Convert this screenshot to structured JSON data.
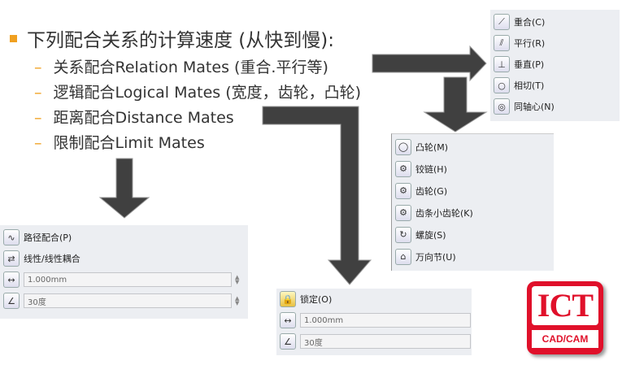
{
  "slide": {
    "title": "下列配合关系的计算速度 (从快到慢):",
    "bullets": [
      "关系配合Relation Mates (重合.平行等)",
      "逻辑配合Logical Mates (宽度，齿轮，凸轮)",
      "距离配合Distance Mates",
      "限制配合Limit Mates"
    ]
  },
  "relation_panel": {
    "items": [
      {
        "label": "重合(C)",
        "icon": "coincident-icon"
      },
      {
        "label": "平行(R)",
        "icon": "parallel-icon"
      },
      {
        "label": "垂直(P)",
        "icon": "perpendicular-icon"
      },
      {
        "label": "相切(T)",
        "icon": "tangent-icon"
      },
      {
        "label": "同轴心(N)",
        "icon": "concentric-icon"
      }
    ]
  },
  "logical_panel": {
    "items": [
      {
        "label": "凸轮(M)",
        "icon": "cam-icon"
      },
      {
        "label": "铰链(H)",
        "icon": "hinge-icon"
      },
      {
        "label": "齿轮(G)",
        "icon": "gear-icon"
      },
      {
        "label": "齿条小齿轮(K)",
        "icon": "rack-pinion-icon"
      },
      {
        "label": "螺旋(S)",
        "icon": "screw-icon"
      },
      {
        "label": "万向节(U)",
        "icon": "universal-joint-icon"
      }
    ]
  },
  "distance_panel": {
    "items": [
      {
        "label": "路径配合(P)",
        "icon": "path-mate-icon"
      },
      {
        "label": "线性/线性耦合",
        "icon": "linear-coupler-icon"
      }
    ],
    "distance_value": "1.000mm",
    "angle_value": "30度"
  },
  "limit_panel": {
    "lock_label": "锁定(O)",
    "distance_value": "1.000mm",
    "angle_value": "30度"
  },
  "logo": {
    "main": "ICT",
    "sub": "CAD/CAM",
    "color": "#e0102a"
  }
}
